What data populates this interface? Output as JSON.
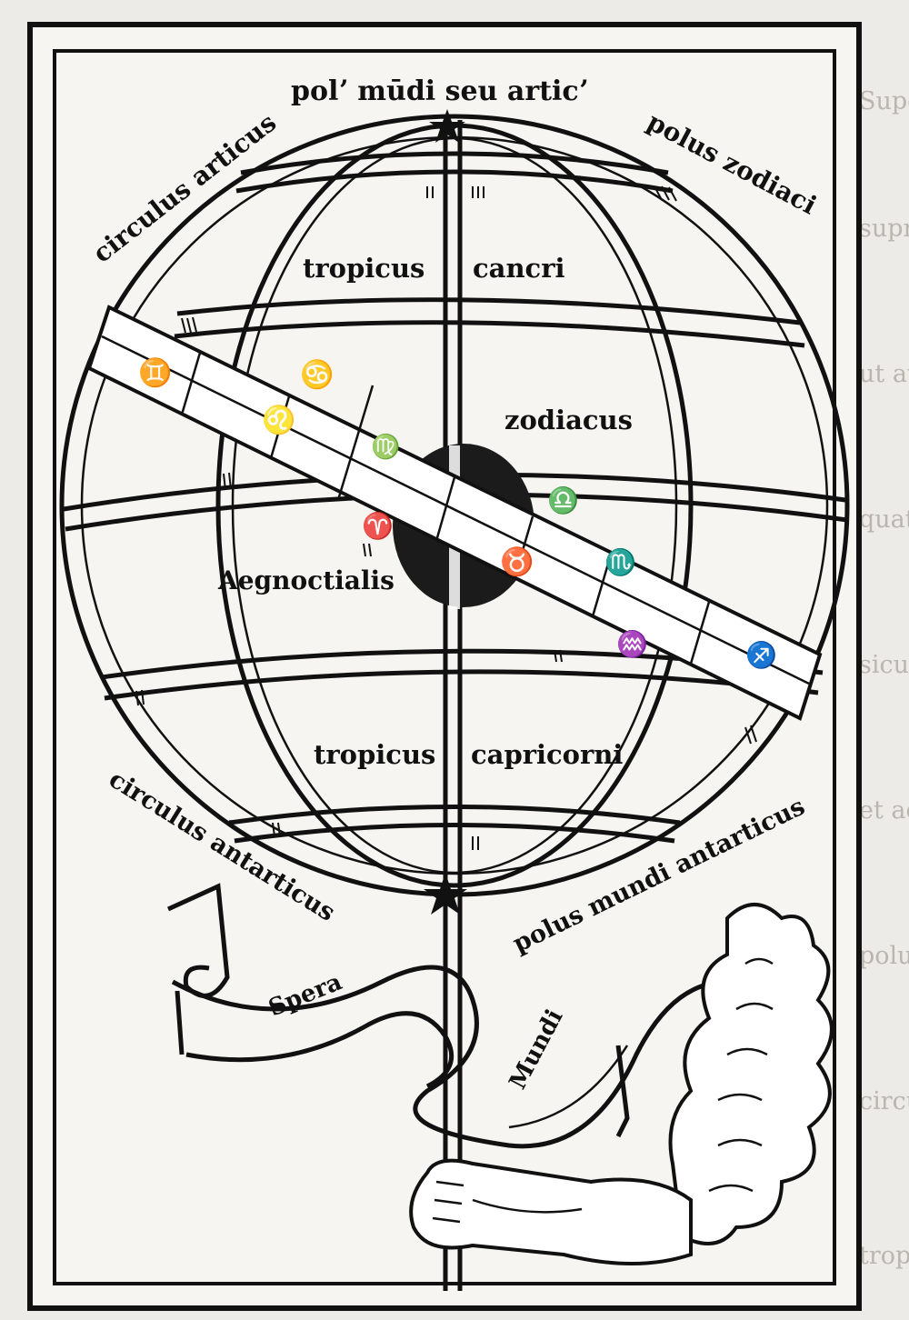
{
  "diagram": {
    "labels": {
      "polus_arcticus": "polʼ mūdi seu articʼ",
      "circulus_arcticus": "circulus articus",
      "polus_zodiaci": "polus zodiaci",
      "tropicus_cancri_a": "tropicus",
      "tropicus_cancri_b": "cancri",
      "zodiacus": "zodiacus",
      "aequinoctialis": "Aegnoctialis",
      "tropicus_capricorni_a": "tropicus",
      "tropicus_capricorni_b": "capricorni",
      "circulus_antarcticus": "circulus antarticus",
      "polus_antarcticus": "polus mundi antarticus",
      "banner_left": "Spera",
      "banner_right": "Mundi"
    },
    "zodiac_signs": [
      "♊",
      "♋",
      "♌",
      "♍",
      "♈",
      "♉",
      "♎",
      "♏",
      "♒",
      "♐"
    ],
    "colors": {
      "ink": "#111111",
      "paper": "#ecebe7",
      "bleed": "#b9b6b0"
    }
  },
  "bleed_through_lines": [
    "Superficies quidem omnibus ipsis quae mundi pars",
    "supra et in circuitu zodiaci ceterorumque siderum",
    "ut autem sphaera mundi perfecte cognoscatur",
    "quatuor et aliae circulares lineae dicuntur",
    "sicut in hac figura manifeste videri potest",
    "et aequinoctialis circulus dividit sphaeram",
    "polus mundi arcticus semper nobis apparet",
    "circulus vero antarcticus et sui polus",
    "tropicus cancri et capricorni sunt paralleli"
  ]
}
